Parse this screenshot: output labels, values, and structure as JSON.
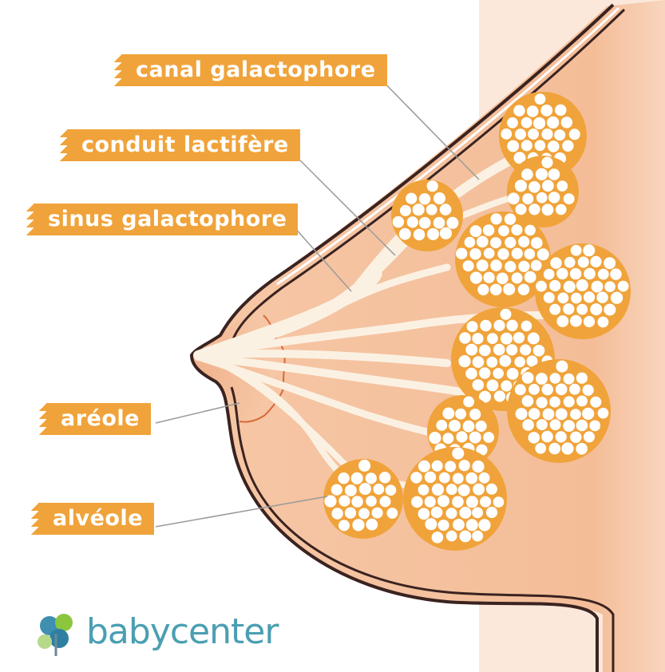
{
  "labels": {
    "canal": "canal galactophore",
    "conduit": "conduit lactifère",
    "sinus": "sinus galactophore",
    "areole": "aréole",
    "alveole": "alvéole"
  },
  "logo": {
    "text": "babycenter"
  },
  "colors": {
    "skin": "#f6c7a6",
    "skin_light": "#fbe3d1",
    "label_bg": "#f0a33a",
    "alveoli": "#f0a33a",
    "outline": "#3a2320",
    "areola_line": "#d86a3a",
    "duct": "#fbf1e3",
    "leader_line": "#9a9a9a",
    "logo_text": "#4a9fb2"
  }
}
